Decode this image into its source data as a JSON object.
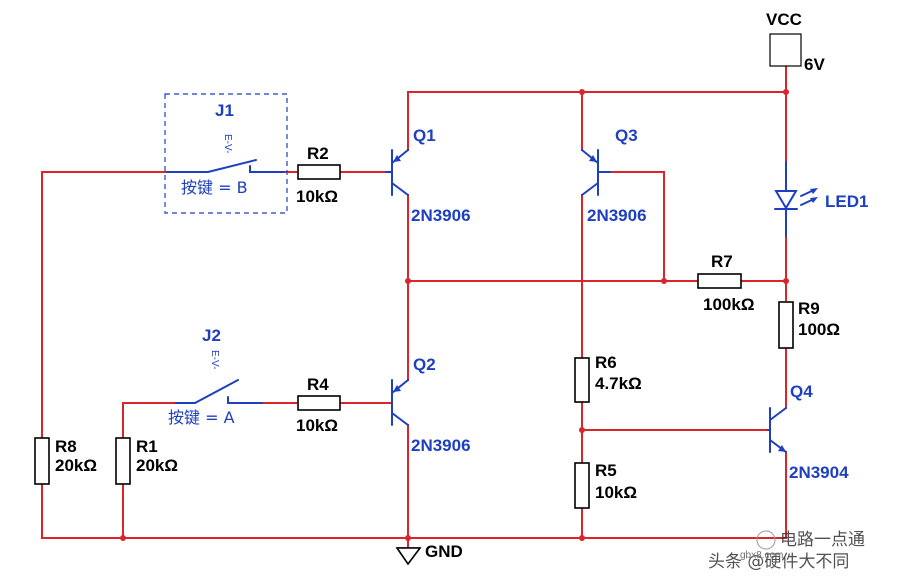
{
  "supply": {
    "name": "VCC",
    "voltage": "6V"
  },
  "ground": {
    "name": "GND"
  },
  "switches": [
    {
      "name": "J1",
      "key_label": "按键 = B",
      "tag": "E-V-"
    },
    {
      "name": "J2",
      "key_label": "按键 = A",
      "tag": "E-V-"
    }
  ],
  "resistors": [
    {
      "name": "R1",
      "value": "20kΩ"
    },
    {
      "name": "R2",
      "value": "10kΩ"
    },
    {
      "name": "R4",
      "value": "10kΩ"
    },
    {
      "name": "R5",
      "value": "10kΩ"
    },
    {
      "name": "R6",
      "value": "4.7kΩ"
    },
    {
      "name": "R7",
      "value": "100kΩ"
    },
    {
      "name": "R8",
      "value": "20kΩ"
    },
    {
      "name": "R9",
      "value": "100Ω"
    }
  ],
  "transistors": [
    {
      "name": "Q1",
      "part": "2N3906"
    },
    {
      "name": "Q2",
      "part": "2N3906"
    },
    {
      "name": "Q3",
      "part": "2N3906"
    },
    {
      "name": "Q4",
      "part": "2N3904"
    }
  ],
  "led": {
    "name": "LED1"
  },
  "watermark": {
    "line1": "电路一点通",
    "line2": "头条 @硬件大不同",
    "url": "gbx8.com"
  }
}
